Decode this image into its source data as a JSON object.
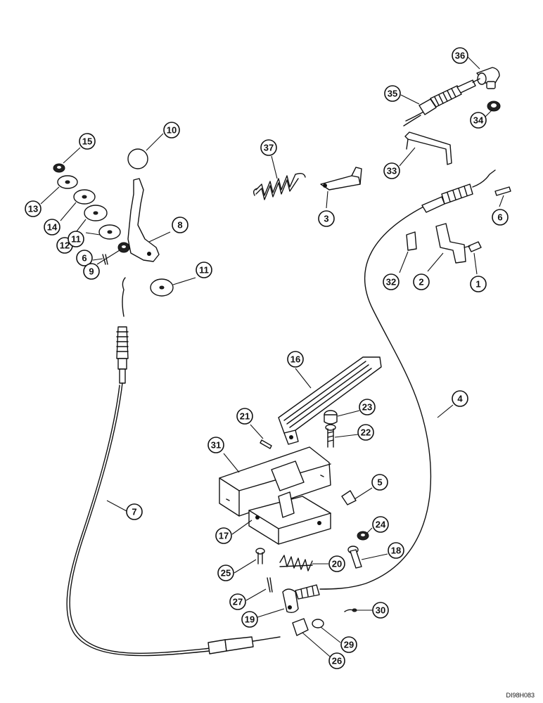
{
  "figure": {
    "reference_code": "DI98H083",
    "callouts": [
      {
        "id": "c36",
        "label": "36"
      },
      {
        "id": "c35",
        "label": "35"
      },
      {
        "id": "c34",
        "label": "34"
      },
      {
        "id": "c33",
        "label": "33"
      },
      {
        "id": "c37",
        "label": "37"
      },
      {
        "id": "c3",
        "label": "3"
      },
      {
        "id": "c6r",
        "label": "6"
      },
      {
        "id": "c32",
        "label": "32"
      },
      {
        "id": "c2",
        "label": "2"
      },
      {
        "id": "c1",
        "label": "1"
      },
      {
        "id": "c15",
        "label": "15"
      },
      {
        "id": "c10",
        "label": "10"
      },
      {
        "id": "c13",
        "label": "13"
      },
      {
        "id": "c14",
        "label": "14"
      },
      {
        "id": "c8",
        "label": "8"
      },
      {
        "id": "c12",
        "label": "12"
      },
      {
        "id": "c11a",
        "label": "11"
      },
      {
        "id": "c6l",
        "label": "6"
      },
      {
        "id": "c9",
        "label": "9"
      },
      {
        "id": "c11b",
        "label": "11"
      },
      {
        "id": "c16",
        "label": "16"
      },
      {
        "id": "c4",
        "label": "4"
      },
      {
        "id": "c21",
        "label": "21"
      },
      {
        "id": "c23",
        "label": "23"
      },
      {
        "id": "c22",
        "label": "22"
      },
      {
        "id": "c31",
        "label": "31"
      },
      {
        "id": "c5",
        "label": "5"
      },
      {
        "id": "c7",
        "label": "7"
      },
      {
        "id": "c17",
        "label": "17"
      },
      {
        "id": "c24",
        "label": "24"
      },
      {
        "id": "c18",
        "label": "18"
      },
      {
        "id": "c25",
        "label": "25"
      },
      {
        "id": "c20",
        "label": "20"
      },
      {
        "id": "c27",
        "label": "27"
      },
      {
        "id": "c30",
        "label": "30"
      },
      {
        "id": "c19",
        "label": "19"
      },
      {
        "id": "c29",
        "label": "29"
      },
      {
        "id": "c26",
        "label": "26"
      }
    ]
  }
}
